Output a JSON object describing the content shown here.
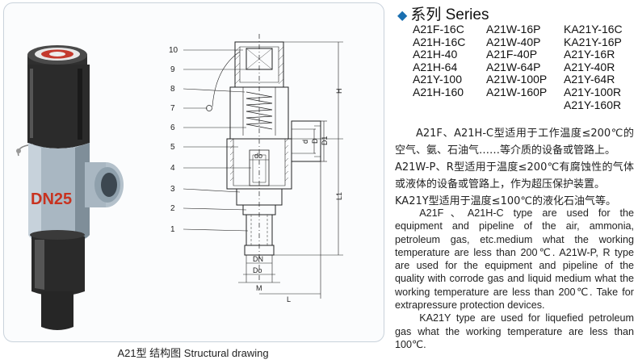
{
  "caption": "A21型  结构图  Structural drawing",
  "series": {
    "title": "系列 Series",
    "columns": [
      [
        "A21F-16C",
        "A21H-16C",
        "A21H-40",
        "A21H-64",
        "A21Y-100",
        "A21H-160"
      ],
      [
        "A21W-16P",
        "A21W-40P",
        "A21F-40P",
        "A21W-64P",
        "A21W-100P",
        "A21W-160P"
      ],
      [
        "KA21Y-16C",
        "KA21Y-16P",
        "A21Y-16R",
        "A21Y-40R",
        "A21Y-64R",
        "A21Y-100R",
        "A21Y-160R"
      ]
    ]
  },
  "description_cn": [
    "A21F、A21H-C型适用于工作温度≤200℃的空气、氨、石油气……等介质的设备或管路上。",
    "A21W-P、R型适用于温度≤200℃有腐蚀性的气体或液体的设备或管路上，作为超压保护装置。",
    "KA21Y型适用于温度≤100℃的液化石油气等。"
  ],
  "description_en": [
    "A21F、A21H-C type are used for the equipment and pipeline of the air, ammonia, petroleum gas, etc.medium what the working temperature are less than 200℃. A21W-P, R type are used for the equipment and pipeline of the quality with corrode gas and liquid medium what the working temperature are less than 200℃. Take for extrapressure protection devices.",
    "KA21Y type are used for liquefied petroleum gas what the working temperature are less than 100℃."
  ],
  "photo": {
    "body_marking": "DN25",
    "body_color": "#a9b7c2",
    "cap_color": "#2b2b2b"
  },
  "drawing": {
    "part_numbers": [
      "10",
      "9",
      "8",
      "7",
      "6",
      "5",
      "4",
      "3",
      "2",
      "1"
    ],
    "dimension_labels": {
      "H": "H",
      "L1": "L1",
      "D1": "D1",
      "D": "D",
      "d": "d",
      "do": "do",
      "DN": "DN",
      "Do": "Do",
      "M": "M",
      "L": "L"
    }
  }
}
